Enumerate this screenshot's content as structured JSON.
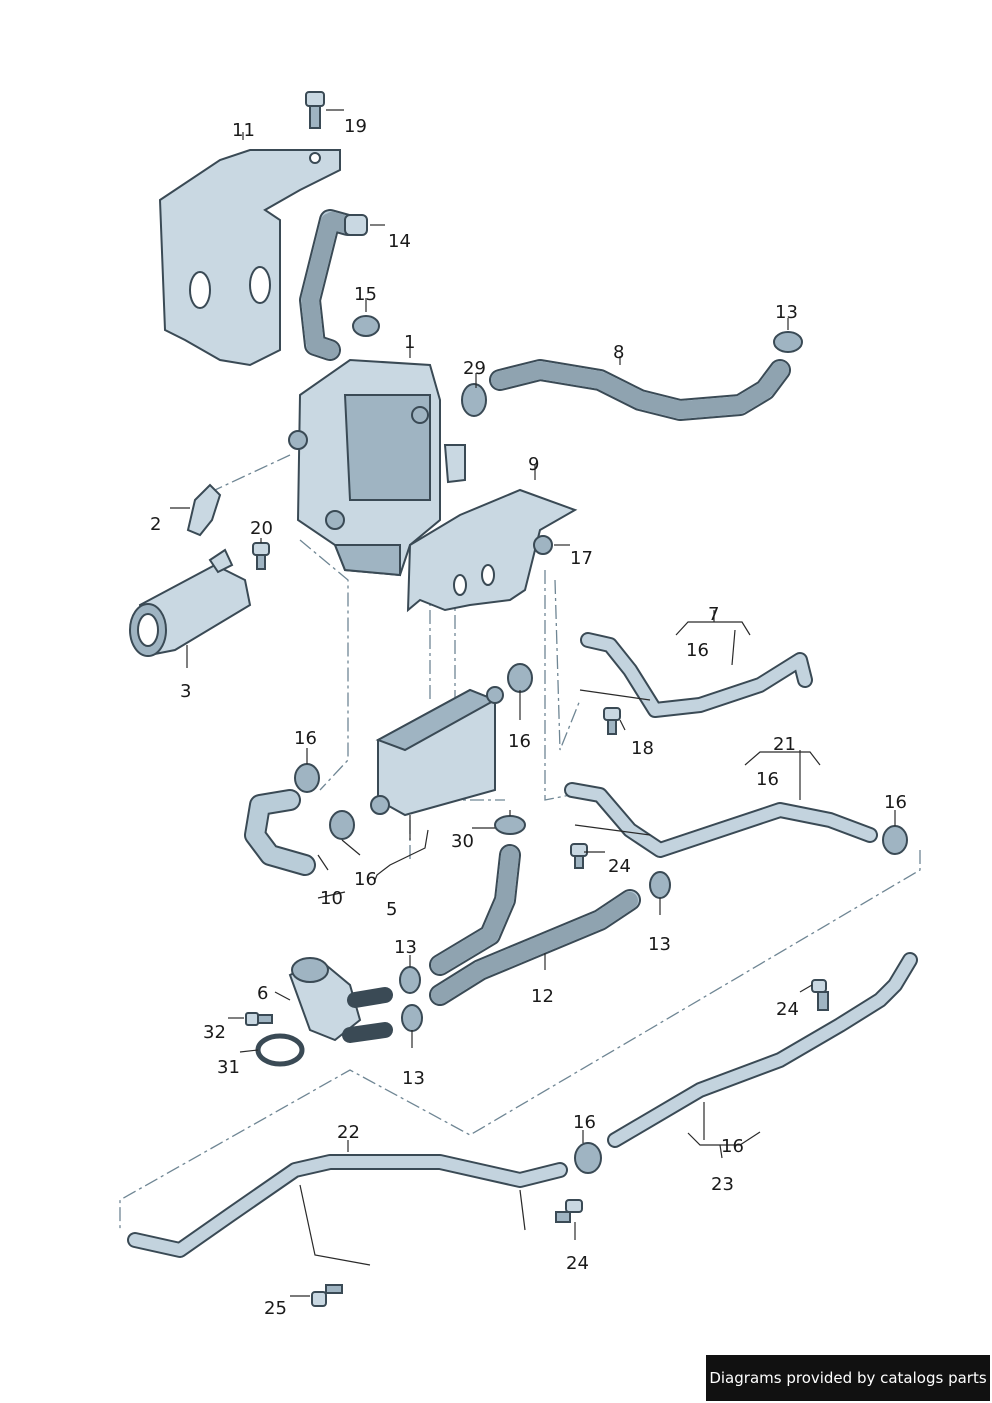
{
  "callouts": {
    "c1": "1",
    "c2": "2",
    "c3": "3",
    "c5": "5",
    "c6": "6",
    "c7": "7",
    "c8": "8",
    "c9": "9",
    "c10": "10",
    "c11": "11",
    "c12": "12",
    "c14": "14",
    "c15": "15",
    "c17": "17",
    "c18": "18",
    "c19": "19",
    "c20": "20",
    "c21": "21",
    "c22": "22",
    "c23": "23",
    "c25": "25",
    "c29": "29",
    "c30": "30",
    "c31": "31",
    "c32": "32",
    "c13a": "13",
    "c13b": "13",
    "c13c": "13",
    "c13d": "13",
    "c16a": "16",
    "c16b": "16",
    "c16c": "16",
    "c16d": "16",
    "c16e": "16",
    "c16f": "16",
    "c16g": "16",
    "c16h": "16",
    "c24a": "24",
    "c24b": "24",
    "c24c": "24"
  },
  "footer": {
    "text": "Diagrams provided by catalogs parts"
  }
}
